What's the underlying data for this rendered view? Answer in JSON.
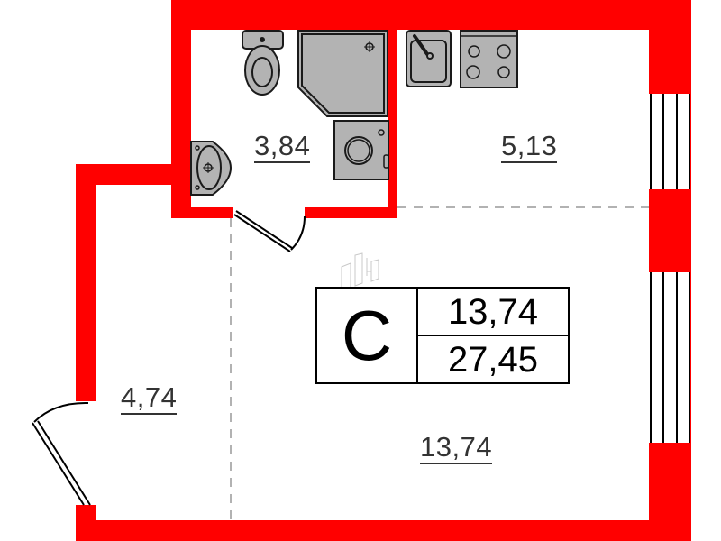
{
  "plan": {
    "wall_color": "#ff0000",
    "fixture_fill": "#b3b3b3",
    "fixture_stroke": "#1a1a1a",
    "divider_color": "#999999"
  },
  "rooms": {
    "bathroom": {
      "area": "3,84"
    },
    "kitchen": {
      "area": "5,13"
    },
    "hallway": {
      "area": "4,74"
    },
    "living": {
      "area": "13,74"
    }
  },
  "badge": {
    "type": "C",
    "living_area": "13,74",
    "total_area": "27,45"
  },
  "fixtures": [
    "toilet-icon",
    "shower-tray-icon",
    "washing-machine-icon",
    "washbasin-icon",
    "kitchen-sink-icon",
    "stove-icon"
  ]
}
